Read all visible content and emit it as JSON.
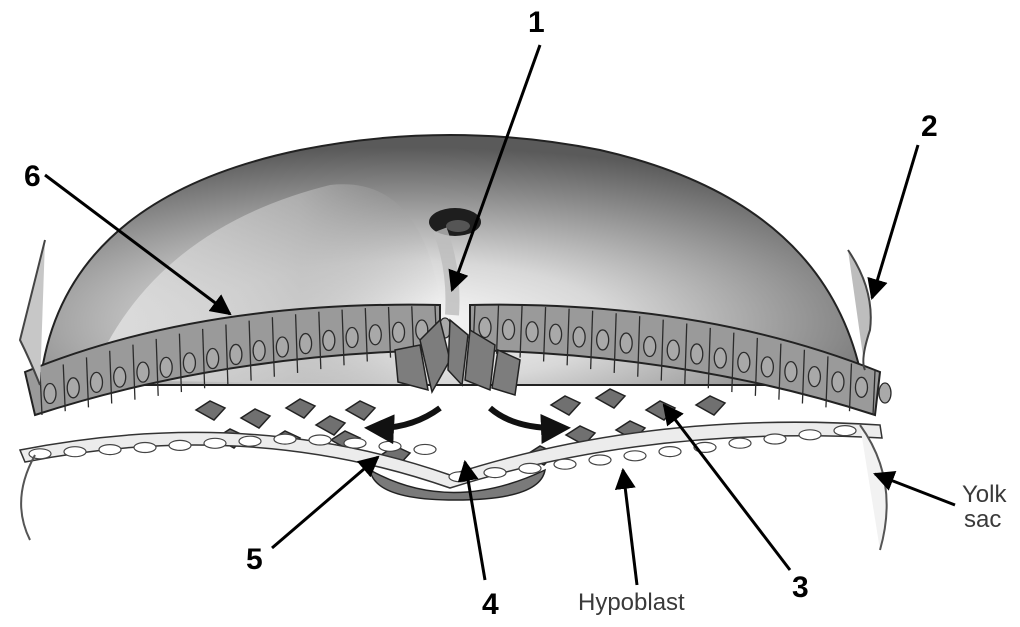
{
  "labels": {
    "n1": "1",
    "n2": "2",
    "n3": "3",
    "n4": "4",
    "n5": "5",
    "n6": "6",
    "hypoblast": "Hypoblast",
    "yolk_sac_line1": "Yolk",
    "yolk_sac_line2": "sac"
  },
  "colors": {
    "amnion_dark": "#5a5a5a",
    "amnion_light": "#f4f4f4",
    "epiblast_cell": "#8c8c8c",
    "cell_outline": "#2b2b2b",
    "mesoderm_cell": "#6e6e6e",
    "hypoblast_cell": "#e6e6e6",
    "arrow": "#000000"
  }
}
